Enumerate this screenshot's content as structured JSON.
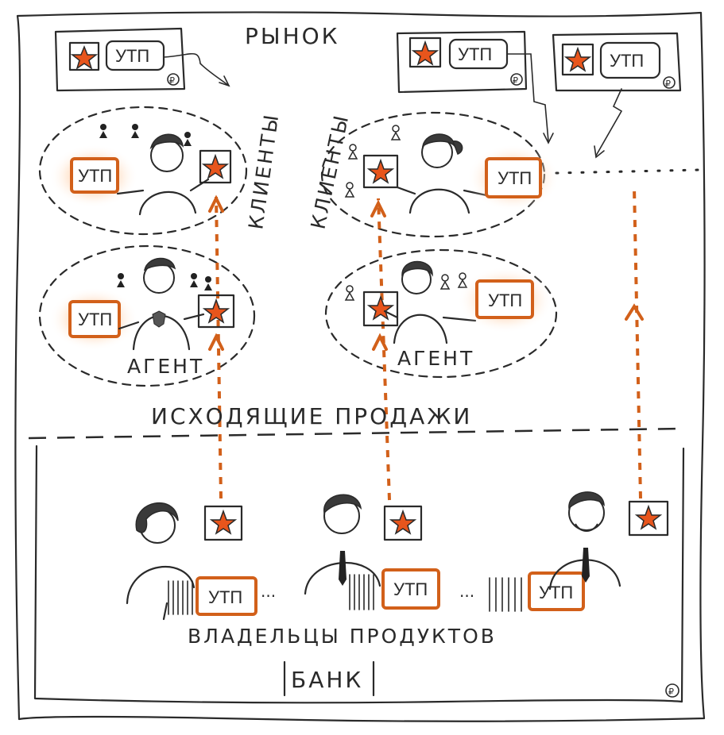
{
  "market_label": "РЫНОК",
  "bank_label": "БАНК",
  "outbound_sales_label": "ИСХОДЯЩИЕ ПРОДАЖИ",
  "product_owners_label": "ВЛАДЕЛЬЦЫ ПРОДУКТОВ",
  "clients_label_left": "КЛИЕНТЫ",
  "clients_label_mid": "КЛИЕНТЫ",
  "agent_label_left": "АГЕНТ",
  "agent_label_mid": "АГЕНТ",
  "utp_text": "УТП",
  "currency_symbol": "₽",
  "ellipsis": "...",
  "colors": {
    "accent": "#d2601a",
    "star": "#e8551c",
    "glow": "#f08a3c",
    "ink": "#2a2a2a"
  }
}
